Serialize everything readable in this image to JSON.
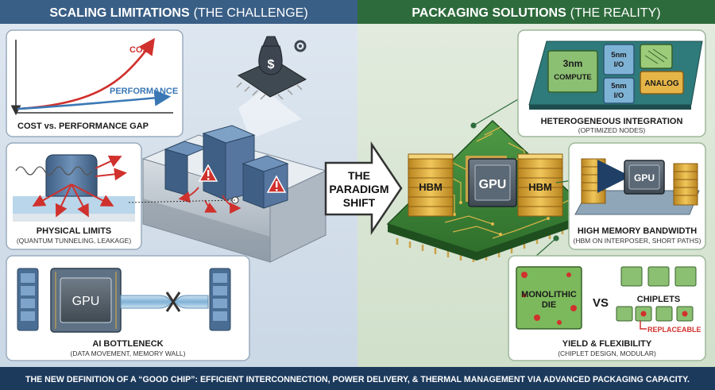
{
  "header": {
    "left_title": "SCALING LIMITATIONS",
    "left_sub": "(THE CHALLENGE)",
    "right_title": "PACKAGING SOLUTIONS",
    "right_sub": "(THE REALITY)"
  },
  "left": {
    "cost_panel": {
      "cost_label": "COST",
      "performance_label": "PERFORMANCE",
      "caption": "COST vs. PERFORMANCE GAP"
    },
    "physical_panel": {
      "caption": "PHYSICAL LIMITS",
      "sub": "(QUANTUM TUNNELING, LEAKAGE)"
    },
    "ai_panel": {
      "gpu_label": "GPU",
      "caption": "AI BOTTLENECK",
      "sub": "(DATA MOVEMENT, MEMORY WALL)"
    },
    "dollar_symbol": "$"
  },
  "center": {
    "line1": "THE",
    "line2": "PARADIGM",
    "line3": "SHIFT"
  },
  "package": {
    "gpu_label": "GPU",
    "hbm_left": "HBM",
    "hbm_right": "HBM"
  },
  "right": {
    "hetero": {
      "tile_compute_1": "3nm",
      "tile_compute_2": "COMPUTE",
      "tile_io1_1": "5nm",
      "tile_io1_2": "I/O",
      "tile_io2_1": "5nm",
      "tile_io2_2": "I/O",
      "tile_analog": "ANALOG",
      "caption": "HETEROGENEOUS INTEGRATION",
      "sub": "(OPTIMIZED NODES)"
    },
    "hbm": {
      "gpu_label": "GPU",
      "caption": "HIGH MEMORY BANDWIDTH",
      "sub": "(HBM ON INTERPOSER, SHORT PATHS)"
    },
    "yield": {
      "mono_1": "MONOLITHIC",
      "mono_2": "DIE",
      "vs": "VS",
      "chiplets": "CHIPLETS",
      "replaceable": "REPLACEABLE",
      "caption": "YIELD & FLEXIBILITY",
      "sub": "(CHIPLET DESIGN, MODULAR)"
    }
  },
  "footer": {
    "text": "THE NEW DEFINITION OF A “GOOD CHIP”: EFFICIENT INTERCONNECTION, POWER DELIVERY, & THERMAL MANAGEMENT VIA ADVANCED PACKAGING CAPACITY."
  },
  "colors": {
    "left_header": "#3a5f86",
    "right_header": "#2e6b3c",
    "footer": "#1c3a5c",
    "cost_red": "#d0312d",
    "perf_blue": "#3a78b5",
    "pcb_green": "#3f8a3a",
    "gold": "#d9a531"
  }
}
